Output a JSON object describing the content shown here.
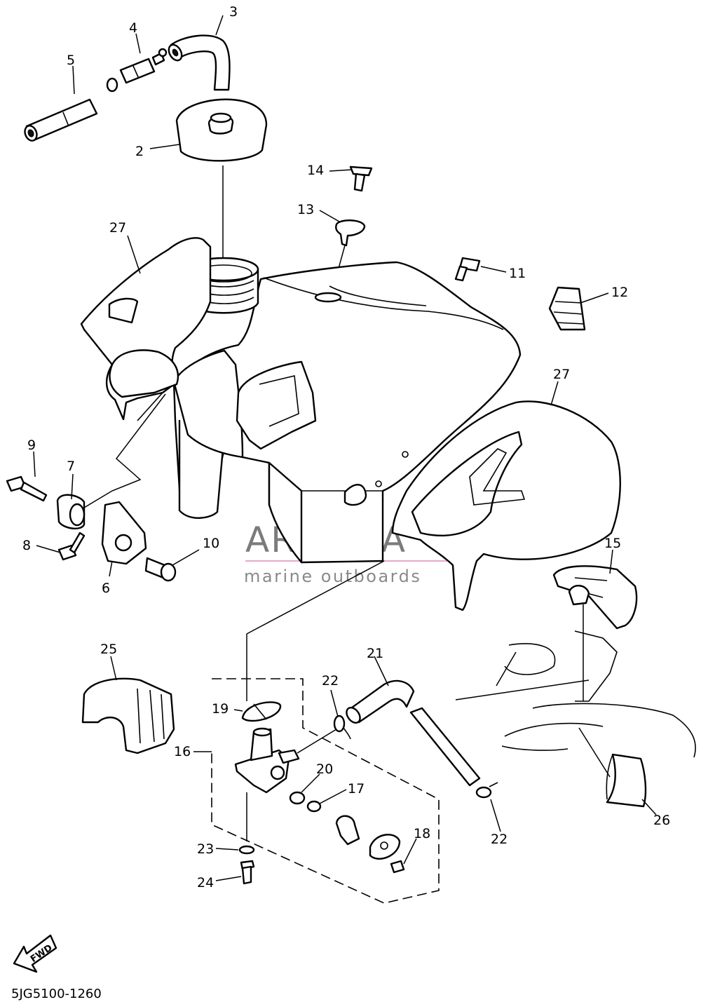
{
  "drawing_code": "5JG5100-1260",
  "fwd_label": "FWD",
  "watermark": {
    "title": "ARMADA",
    "subtitle": "marine outboards",
    "accent_color": "#e7a9c9"
  },
  "callouts": {
    "c2": "2",
    "c3": "3",
    "c4": "4",
    "c5": "5",
    "c6": "6",
    "c7": "7",
    "c8": "8",
    "c9": "9",
    "c10": "10",
    "c11": "11",
    "c12": "12",
    "c13": "13",
    "c14": "14",
    "c15": "15",
    "c16": "16",
    "c17": "17",
    "c18": "18",
    "c19": "19",
    "c20": "20",
    "c21": "21",
    "c22a": "22",
    "c22b": "22",
    "c23": "23",
    "c24": "24",
    "c25": "25",
    "c26": "26",
    "c27a": "27",
    "c27b": "27"
  }
}
